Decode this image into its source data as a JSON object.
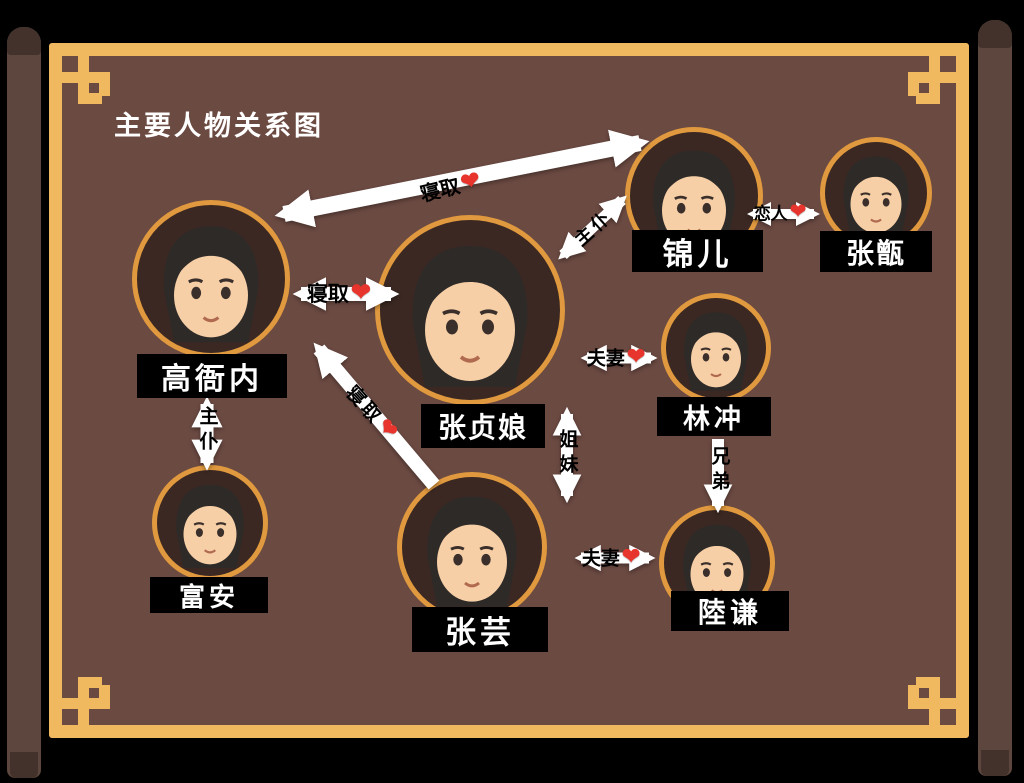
{
  "title": "主要人物关系图",
  "icons": {
    "heart": "❤"
  },
  "colors": {
    "page-bg": "#000000",
    "scroll-bg": "#6B4A42",
    "frame-gold": "#F0B95F",
    "rod-brown": "#5C463E",
    "rod-dark": "#43322B",
    "ring-orange": "#E0993E",
    "avatar-bg": "#3B2822",
    "plate-bg": "#000000",
    "plate-text": "#FFFFFF",
    "arrow-white": "#FFFFFF",
    "heart-red": "#E7342C",
    "label-text": "#000000"
  },
  "characters": [
    {
      "name": "高衙内"
    },
    {
      "name": "富安"
    },
    {
      "name": "张贞娘"
    },
    {
      "name": "张芸"
    },
    {
      "name": "锦儿"
    },
    {
      "name": "张甑"
    },
    {
      "name": "林冲"
    },
    {
      "name": "陸谦"
    }
  ],
  "relationships": [
    {
      "label": "寝取",
      "heart": true,
      "between": [
        "锦儿",
        "高衙内"
      ]
    },
    {
      "label": "主仆",
      "heart": false,
      "between": [
        "张贞娘",
        "锦儿"
      ]
    },
    {
      "label": "恋人",
      "heart": true,
      "between": [
        "锦儿",
        "张甑"
      ]
    },
    {
      "label": "寝取",
      "heart": true,
      "between": [
        "高衙内",
        "张贞娘"
      ]
    },
    {
      "label": "寝取",
      "heart": true,
      "between": [
        "高衙内",
        "张芸"
      ]
    },
    {
      "label": "主仆",
      "heart": false,
      "between": [
        "高衙内",
        "富安"
      ]
    },
    {
      "label": "夫妻",
      "heart": true,
      "between": [
        "张贞娘",
        "林冲"
      ]
    },
    {
      "label": "姐妹",
      "heart": false,
      "between": [
        "张贞娘",
        "张芸"
      ]
    },
    {
      "label": "兄弟",
      "heart": false,
      "between": [
        "林冲",
        "陸谦"
      ]
    },
    {
      "label": "夫妻",
      "heart": true,
      "between": [
        "张芸",
        "陸谦"
      ]
    }
  ]
}
